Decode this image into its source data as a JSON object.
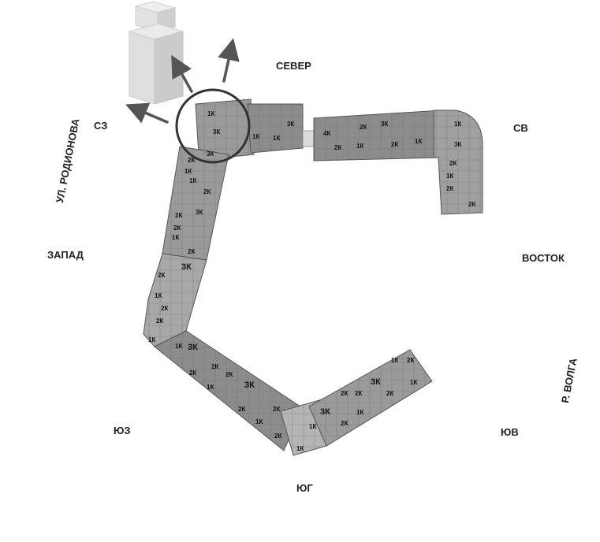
{
  "directions": {
    "north": "СЕВЕР",
    "northeast": "СВ",
    "east": "ВОСТОК",
    "southeast": "ЮВ",
    "south": "ЮГ",
    "southwest": "ЮЗ",
    "west": "ЗАПАД",
    "northwest": "СЗ"
  },
  "streets": {
    "rodionova": "УЛ. РОДИОНОВА",
    "volga": "Р. ВОЛГА"
  },
  "apartment_labels": {
    "k1": "1К",
    "k2": "2К",
    "k3": "3К",
    "k4": "4К"
  },
  "colors": {
    "wing_dark": "#8c8c8c",
    "wing_mid": "#a8a8a8",
    "wing_light": "#c4c4c4",
    "tower": "#d9d9d9",
    "arrow": "#555555",
    "circle": "#333333"
  },
  "icons": [
    "tower-icon",
    "arrow-icon",
    "highlight-circle"
  ]
}
